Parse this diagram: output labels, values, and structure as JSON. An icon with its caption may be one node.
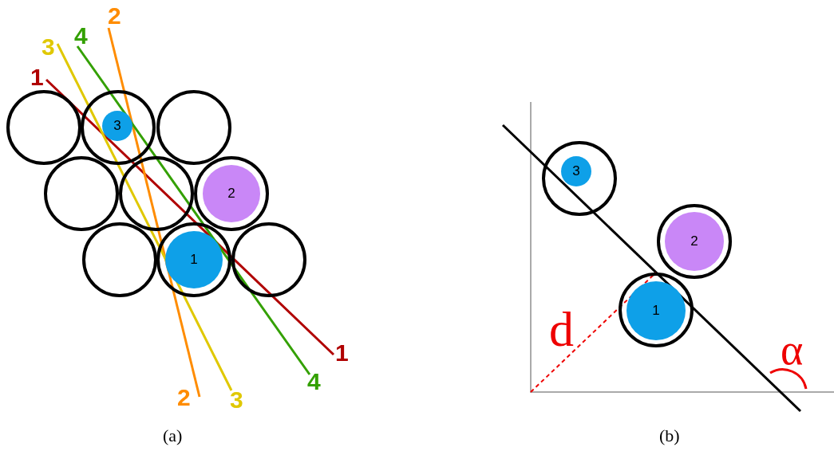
{
  "diagram": {
    "nodes": [
      {
        "text": [],
        "shape": "circle"
      },
      {
        "text": [],
        "shape": "circle"
      },
      {
        "text": [
          "3"
        ],
        "in": 1
      },
      {
        "text": [],
        "shape": "circle"
      },
      {
        "text": [],
        "shape": "circle"
      },
      {
        "text": [],
        "shape": "circle"
      },
      {
        "text": [],
        "shape": "circle"
      },
      {
        "text": [
          "2"
        ],
        "in": 6
      },
      {
        "text": [],
        "shape": "circle"
      },
      {
        "text": [],
        "shape": "circle"
      },
      {
        "text": [
          "1"
        ],
        "in": 9
      },
      {
        "text": [],
        "shape": "circle"
      },
      {
        "text": [],
        "shape": "circle"
      },
      {
        "text": [
          "3"
        ],
        "in": 12
      },
      {
        "text": [],
        "shape": "circle"
      },
      {
        "text": [
          "2"
        ],
        "in": 14
      },
      {
        "text": [],
        "shape": "circle"
      },
      {
        "text": [
          "1"
        ],
        "in": 16
      }
    ],
    "labels": [
      "2",
      "4",
      "3",
      "1",
      "1",
      "4",
      "2",
      "3",
      "d",
      "α",
      "(a)",
      "(b)"
    ]
  }
}
